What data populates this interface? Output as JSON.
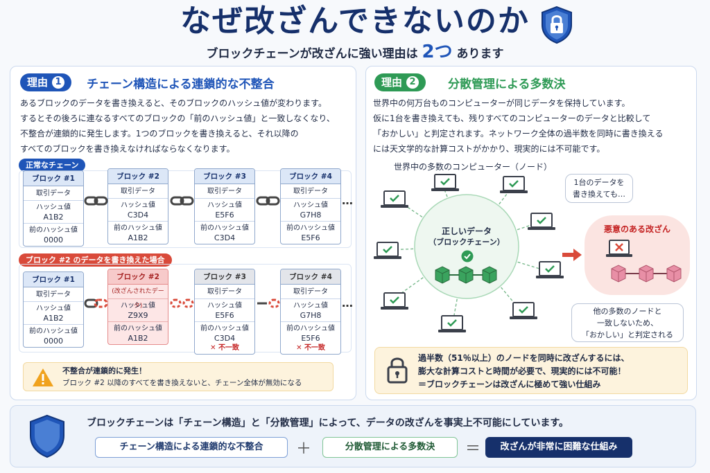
{
  "header": {
    "title": "なぜ改ざんできないのか",
    "subtitle_pre": "ブロックチェーンが改ざんに強い理由は",
    "subtitle_num": "2つ",
    "subtitle_post": "あります"
  },
  "reason1": {
    "tag": "理由",
    "num": "1",
    "heading": "チェーン構造による連鎖的な不整合",
    "lines": [
      "あるブロックのデータを書き換えると、そのブロックのハッシュ値が変わります。",
      "するとその後ろに連なるすべてのブロックの「前のハッシュ値」と一致しなくなり、",
      "不整合が連鎖的に発生します。1つのブロックを書き換えると、それ以降の",
      "すべてのブロックを書き換えなければならなくなります。"
    ],
    "normal_label": "正常なチェーン",
    "tampered_label": "ブロック #2 のデータを書き換えた場合",
    "normal_blocks": [
      {
        "name": "ブロック #1",
        "data": "取引データ",
        "hash_label": "ハッシュ値",
        "hash": "A1B2",
        "prev_label": "前のハッシュ値",
        "prev": "0000"
      },
      {
        "name": "ブロック #2",
        "data": "取引データ",
        "hash_label": "ハッシュ値",
        "hash": "C3D4",
        "prev_label": "前のハッシュ値",
        "prev": "A1B2"
      },
      {
        "name": "ブロック #3",
        "data": "取引データ",
        "hash_label": "ハッシュ値",
        "hash": "E5F6",
        "prev_label": "前のハッシュ値",
        "prev": "C3D4"
      },
      {
        "name": "ブロック #4",
        "data": "取引データ",
        "hash_label": "ハッシュ値",
        "hash": "G7H8",
        "prev_label": "前のハッシュ値",
        "prev": "E5F6"
      }
    ],
    "tampered_blocks": [
      {
        "name": "ブロック #1",
        "data": "取引データ",
        "hash_label": "ハッシュ値",
        "hash": "A1B2",
        "prev_label": "前のハッシュ値",
        "prev": "0000"
      },
      {
        "name": "ブロック #2",
        "data": "(改ざんされたデータ)",
        "hash_label": "ハッシュ値",
        "hash": "Z9X9",
        "prev_label": "前のハッシュ値",
        "prev": "A1B2"
      },
      {
        "name": "ブロック #3",
        "data": "取引データ",
        "hash_label": "ハッシュ値",
        "hash": "E5F6",
        "prev_label": "前のハッシュ値",
        "prev": "C3D4",
        "mismatch": "不一致"
      },
      {
        "name": "ブロック #4",
        "data": "取引データ",
        "hash_label": "ハッシュ値",
        "hash": "G7H8",
        "prev_label": "前のハッシュ値",
        "prev": "E5F6",
        "mismatch": "不一致"
      }
    ],
    "ellipsis": "…",
    "warn_title": "不整合が連鎖的に発生！",
    "warn_body": "ブロック #2 以降のすべてを書き換えないと、チェーン全体が無効になる"
  },
  "reason2": {
    "tag": "理由",
    "num": "2",
    "heading": "分散管理による多数決",
    "lines": [
      "世界中の何万台ものコンピューターが同じデータを保持しています。",
      "仮に1台を書き換えても、残りすべてのコンピューターのデータと比較して",
      "「おかしい」と判定されます。ネットワーク全体の過半数を同時に書き換える",
      "には天文学的な計算コストがかかり、現実的には不可能です。"
    ],
    "network_label": "世界中の多数のコンピューター（ノード）",
    "center_title": "正しいデータ",
    "center_sub": "（ブロックチェーン）",
    "bubble_line1": "1台のデータを",
    "bubble_line2": "書き換えても…",
    "malicious_label": "悪意のある改ざん",
    "note_line1": "他の多数のノードと",
    "note_line2": "一致しないため、",
    "note_line3": "「おかしい」と判定される",
    "bottom_line1": "過半数（51％以上）のノードを同時に改ざんするには、",
    "bottom_line2": "膨大な計算コストと時間が必要で、現実的には不可能！",
    "bottom_line3": "＝ブロックチェーンは改ざんに極めて強い仕組み"
  },
  "summary": {
    "text": "ブロックチェーンは「チェーン構造」と「分散管理」によって、データの改ざんを事実上不可能にしています。",
    "box1": "チェーン構造による連鎖的な不整合",
    "plus": "＋",
    "box2": "分散管理による多数決",
    "equals": "＝",
    "box3": "改ざんが非常に困難な仕組み"
  },
  "colors": {
    "navy": "#16306b",
    "blue": "#1f55b8",
    "green": "#2e9a55",
    "red": "#d94a3a",
    "orange": "#f0a21e"
  },
  "icons": [
    "shield-lock-icon",
    "chain-link-icon",
    "warning-icon",
    "laptop-check-icon",
    "laptop-x-icon",
    "cube-icon",
    "check-circle-icon",
    "padlock-icon",
    "shield-icon",
    "arrow-right-icon"
  ]
}
